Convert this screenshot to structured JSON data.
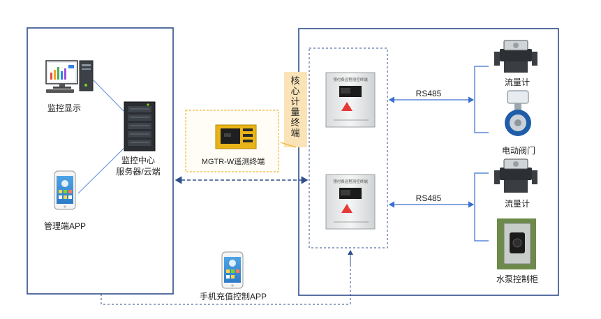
{
  "left_panel": {
    "monitor_label": "监控显示",
    "server_label_line1": "监控中心",
    "server_label_line2": "服务器/云端",
    "manager_app_label": "管理端APP"
  },
  "telemetry": {
    "label": "MGTR-W遥测终端"
  },
  "core_terminal": {
    "chars": [
      "核",
      "心",
      "计",
      "量",
      "终",
      "端"
    ]
  },
  "phone_app": {
    "label": "手机充值控制APP"
  },
  "links": {
    "top": "RS485",
    "bottom": "RS485"
  },
  "devices": {
    "top_flowmeter": "流量计",
    "valve": "电动阀门",
    "bottom_flowmeter": "流量计",
    "pump_cabinet": "水泵控制柜"
  },
  "cabinet_title": "预付费远程测控终端",
  "colors": {
    "panel_border": "#2f4e8c",
    "link_blue": "#3a6fd0",
    "telemetry_border": "#f2b630",
    "core_tag_bg": "#fbe3b8"
  }
}
